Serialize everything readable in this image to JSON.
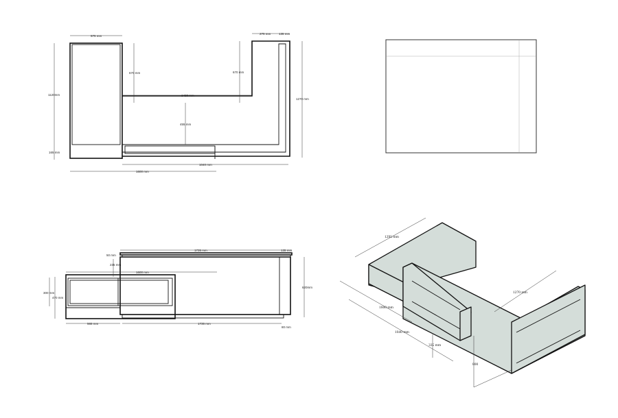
{
  "plan_view": {
    "dims": [
      "575 mm",
      "275 mm",
      "135 mm",
      "1120mm",
      "670 mm",
      "670 mm",
      "1420 mm",
      "455 mm",
      "1270 mm",
      "165 mm",
      "1040 mm",
      "1600 mm"
    ]
  },
  "front_elevation": {
    "dims": [
      "1735 mm",
      "135 mm",
      "50 mm",
      "235 mm",
      "1600 mm",
      "300 mm",
      "470 mm",
      "620mm",
      "565 mm",
      "1735 mm",
      "80 mm"
    ]
  },
  "isometric_view": {
    "dims": [
      "1295 mm",
      "1270 mm",
      "1600 mm",
      "1040 mm",
      "335 mm",
      "800"
    ]
  },
  "colors": {
    "line": "#111111",
    "panel_fill": "#d4ddd9"
  }
}
